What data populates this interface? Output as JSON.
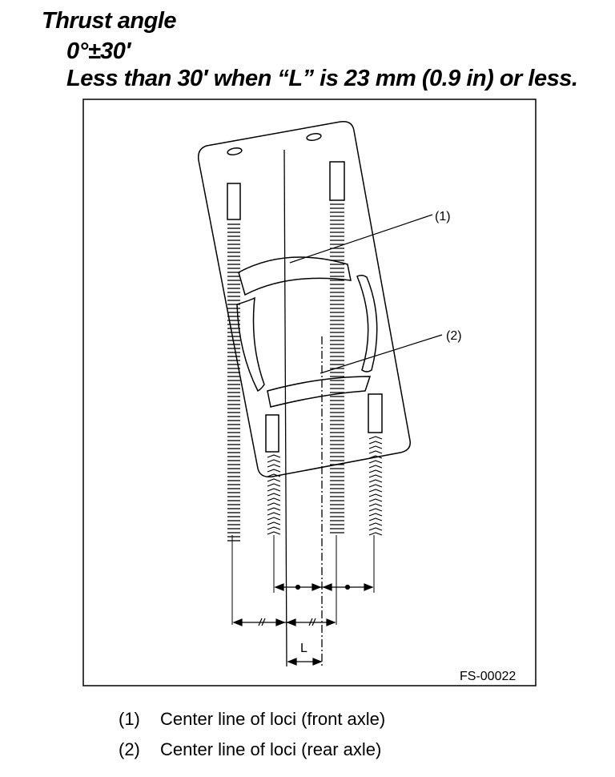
{
  "header": {
    "title": "Thrust angle",
    "spec_value": "0°±30′",
    "spec_note": "Less than 30′ when “L” is 23 mm (0.9 in) or less."
  },
  "figure": {
    "callout_1": "(1)",
    "callout_2": "(2)",
    "dimension_label": "L",
    "figure_code": "FS-00022"
  },
  "legend": [
    {
      "number": "(1)",
      "text": "Center line of loci (front axle)"
    },
    {
      "number": "(2)",
      "text": "Center line of loci (rear axle)"
    }
  ]
}
